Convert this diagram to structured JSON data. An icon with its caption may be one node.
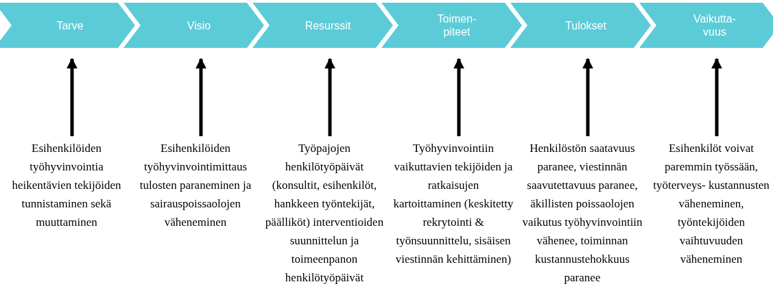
{
  "diagram": {
    "nodes": [
      {
        "text": [
          "Tarve"
        ]
      },
      {
        "text": [
          "Visio"
        ]
      },
      {
        "text": [
          "Resurssit"
        ]
      },
      {
        "text": [
          "Toimen- piteet"
        ]
      },
      {
        "text": [
          "Tulokset"
        ]
      },
      {
        "text": [
          "Vaikutta- vuus"
        ]
      },
      {
        "text": [
          "Esihenkilöiden työhyvinvointia heikentävien tekijöiden tunnistaminen sekä muuttaminen"
        ]
      },
      {
        "text": [
          "Esihenkilöiden työhyvinvointimittaus tulosten paraneminen ja sairauspoissaolojen väheneminen"
        ]
      },
      {
        "text": [
          "Työpajojen henkilötyöpäivät (konsultit, esihenkilöt, hankkeen työntekijät, päälliköt) interventioiden suunnittelun ja toimeenpanon henkilötyöpäivät"
        ]
      },
      {
        "text": [
          "Työhyvinvointiin vaikuttavien tekijöiden ja ratkaisujen kartoittaminen (keskitetty rekrytointi & työnsuunnittelu, sisäisen viestinnän kehittäminen)"
        ]
      },
      {
        "text": [
          "Henkilöstön saatavuus paranee, viestinnän saavutettavuus paranee, äkillisten poissaolojen vaikutus työhyvinvointiin vähenee, toiminnan kustannustehokkuus paranee"
        ]
      },
      {
        "text": [
          "Esihenkilöt voivat paremmin työssään, työterveys- kustannusten väheneminen, työntekijöiden vaihtuvuuden väheneminen"
        ]
      }
    ],
    "edges": [
      {
        "from": 6,
        "to": 0,
        "arrow": "to"
      },
      {
        "from": 7,
        "to": 1,
        "arrow": "to"
      },
      {
        "from": 8,
        "to": 2,
        "arrow": "to"
      },
      {
        "from": 9,
        "to": 3,
        "arrow": "to"
      },
      {
        "from": 10,
        "to": 4,
        "arrow": "to"
      },
      {
        "from": 11,
        "to": 5,
        "arrow": "to"
      }
    ]
  }
}
